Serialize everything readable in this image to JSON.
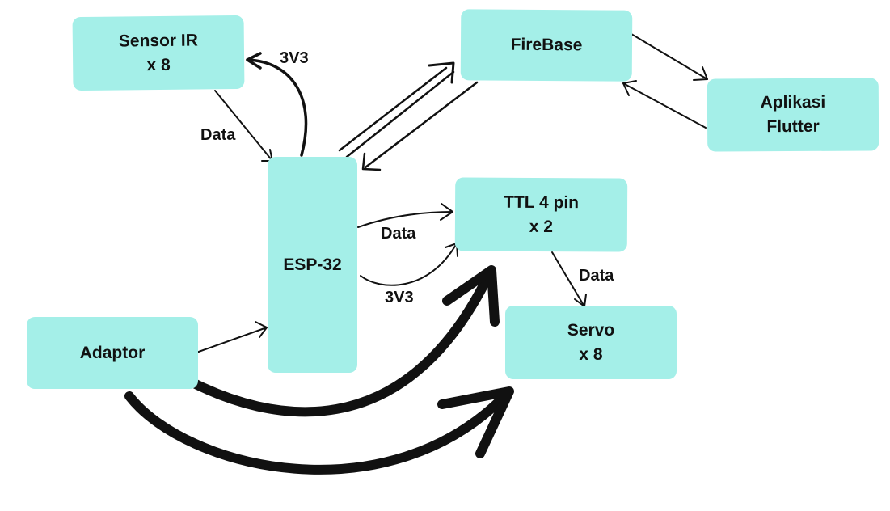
{
  "nodes": {
    "sensor_ir": {
      "line1": "Sensor IR",
      "line2": "x 8"
    },
    "firebase": {
      "line1": "FireBase"
    },
    "flutter_app": {
      "line1": "Aplikasi",
      "line2": "Flutter"
    },
    "esp32": {
      "line1": "ESP-32"
    },
    "ttl": {
      "line1": "TTL 4 pin",
      "line2": "x 2"
    },
    "servo": {
      "line1": "Servo",
      "line2": "x 8"
    },
    "adaptor": {
      "line1": "Adaptor"
    }
  },
  "labels": {
    "sensor_power": "3V3",
    "sensor_data": "Data",
    "esp_to_ttl_data": "Data",
    "esp_to_ttl_power": "3V3",
    "ttl_to_servo_data": "Data"
  },
  "colors": {
    "box_fill": "#a4efe8",
    "stroke": "#111111",
    "text": "#111111"
  }
}
